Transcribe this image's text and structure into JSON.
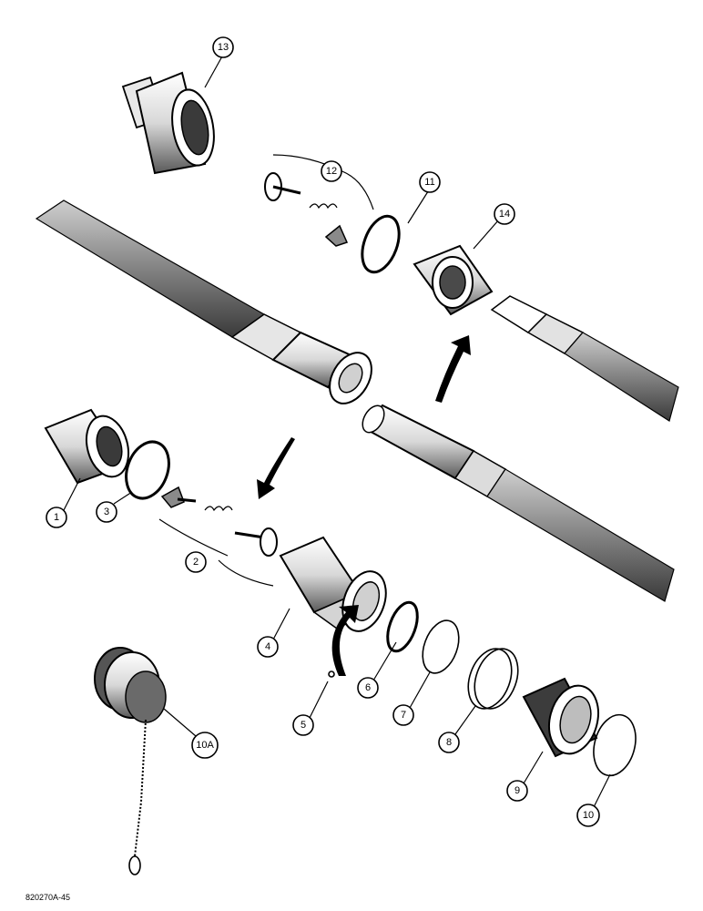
{
  "figure": {
    "code": "820270A-45"
  },
  "callouts": [
    {
      "id": "1",
      "label": "1"
    },
    {
      "id": "2",
      "label": "2"
    },
    {
      "id": "3",
      "label": "3"
    },
    {
      "id": "4",
      "label": "4"
    },
    {
      "id": "5",
      "label": "5"
    },
    {
      "id": "6",
      "label": "6"
    },
    {
      "id": "7",
      "label": "7"
    },
    {
      "id": "8",
      "label": "8"
    },
    {
      "id": "9",
      "label": "9"
    },
    {
      "id": "10",
      "label": "10"
    },
    {
      "id": "10A",
      "label": "10A"
    },
    {
      "id": "11",
      "label": "11"
    },
    {
      "id": "12",
      "label": "12"
    },
    {
      "id": "13",
      "label": "13"
    },
    {
      "id": "14",
      "label": "14"
    }
  ]
}
